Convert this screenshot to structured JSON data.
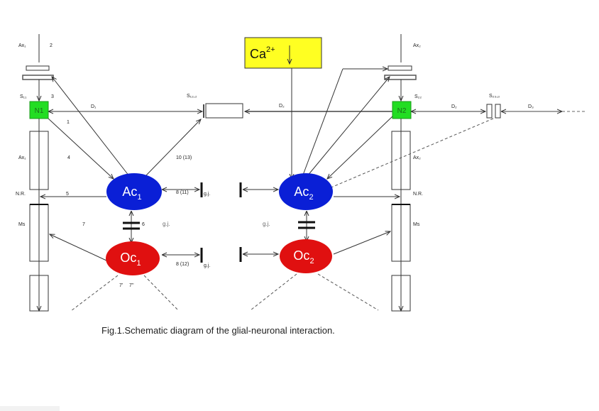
{
  "figure": {
    "caption": "Fig.1.Schematic diagram of the glial-neuronal interaction.",
    "colors": {
      "astrocyte": "#0a1fd6",
      "oligodendrocyte": "#e01010",
      "neuron": "#22dd22",
      "calcium": "#ffff22",
      "line": "#333333"
    }
  },
  "nodes": {
    "ca": {
      "label": "Ca",
      "sup": "2+"
    },
    "n1": {
      "label": "N1"
    },
    "n2": {
      "label": "N2"
    },
    "ac1": {
      "label": "Ac",
      "sub": "1"
    },
    "ac2": {
      "label": "Ac",
      "sub": "2"
    },
    "oc1": {
      "label": "Oc",
      "sub": "1"
    },
    "oc2": {
      "label": "Oc",
      "sub": "2"
    }
  },
  "labels": {
    "ax_top_left": "Ax₁",
    "num_2": "2",
    "s_left": "S₁₁",
    "num_3": "3",
    "d_left": "D₁",
    "num_1": "1",
    "ax1": "Ax₁",
    "num_4": "4",
    "nr_left": "N.R.",
    "num_5": "5",
    "ms_left": "Ms",
    "num_7": "7",
    "num_6": "6",
    "gj_mid_left": "g.j.",
    "e8_11": "8 (11)",
    "gj_ac1": "g.j.",
    "e8_12": "8 (12)",
    "gj_oc1": "g.j.",
    "num_7p": "7'",
    "num_7pp": "7''",
    "e10_13": "10 (13)",
    "s_mid": "S₁₂,₂",
    "d_mid": "D₂",
    "ax_top_right": "Ax₂",
    "s_right": "S₂₂",
    "d_right1": "D₂",
    "s_far": "S₂₃,₃",
    "d_right2": "D₃",
    "ax2": "Ax₂",
    "nr_right": "N.R.",
    "ms_right": "Ms",
    "gj_mid_right": "g.j."
  }
}
